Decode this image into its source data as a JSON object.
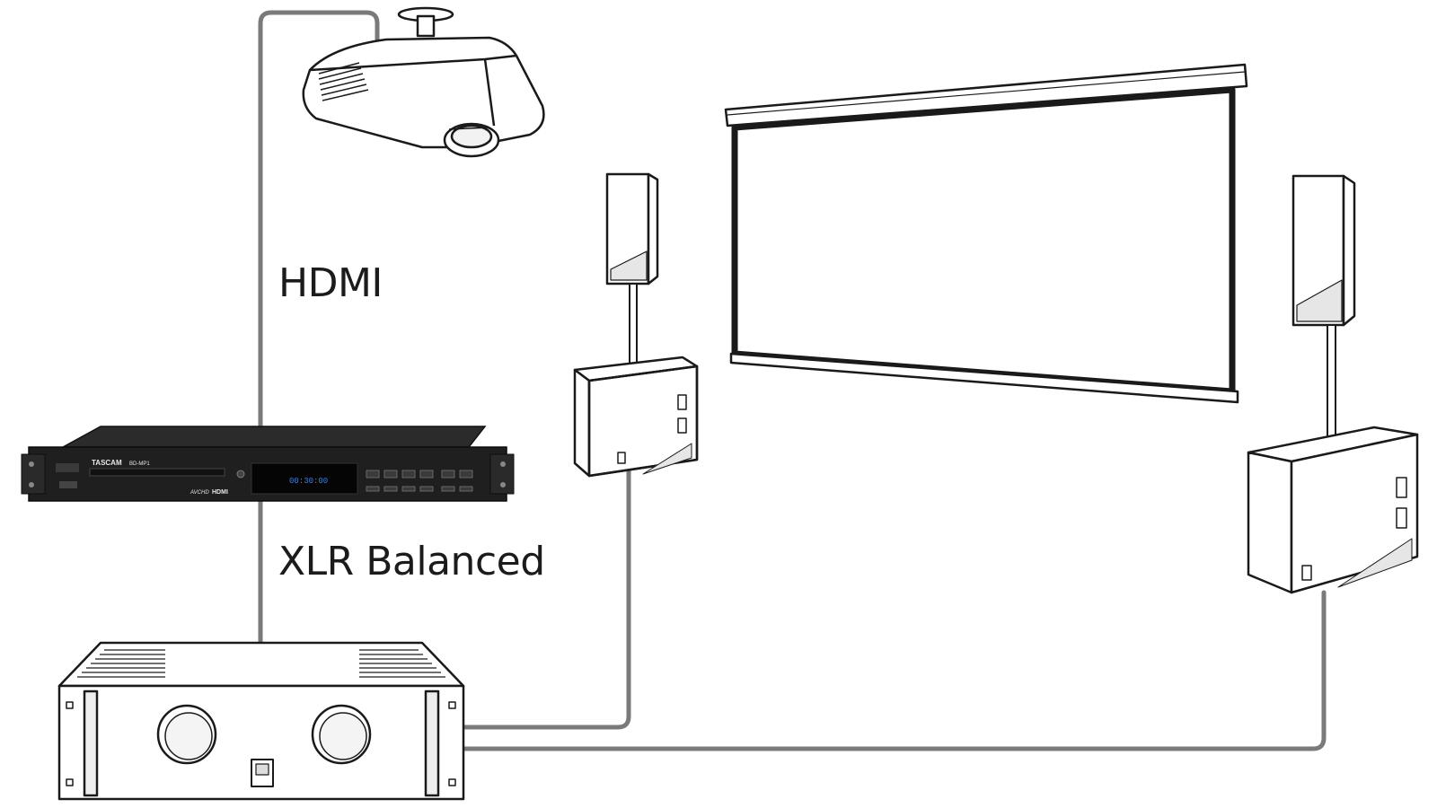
{
  "labels": {
    "hdmi": "HDMI",
    "xlr": "XLR Balanced"
  },
  "player": {
    "brand": "TASCAM",
    "model": "BD-MP1",
    "display_time": "00:30:00",
    "hdmi_logo": "HDMI",
    "avchd_logo": "AVCHD"
  },
  "colors": {
    "cable": "#7a7a7a",
    "outline": "#1a1a1a",
    "player_body": "#1f1f1f"
  }
}
